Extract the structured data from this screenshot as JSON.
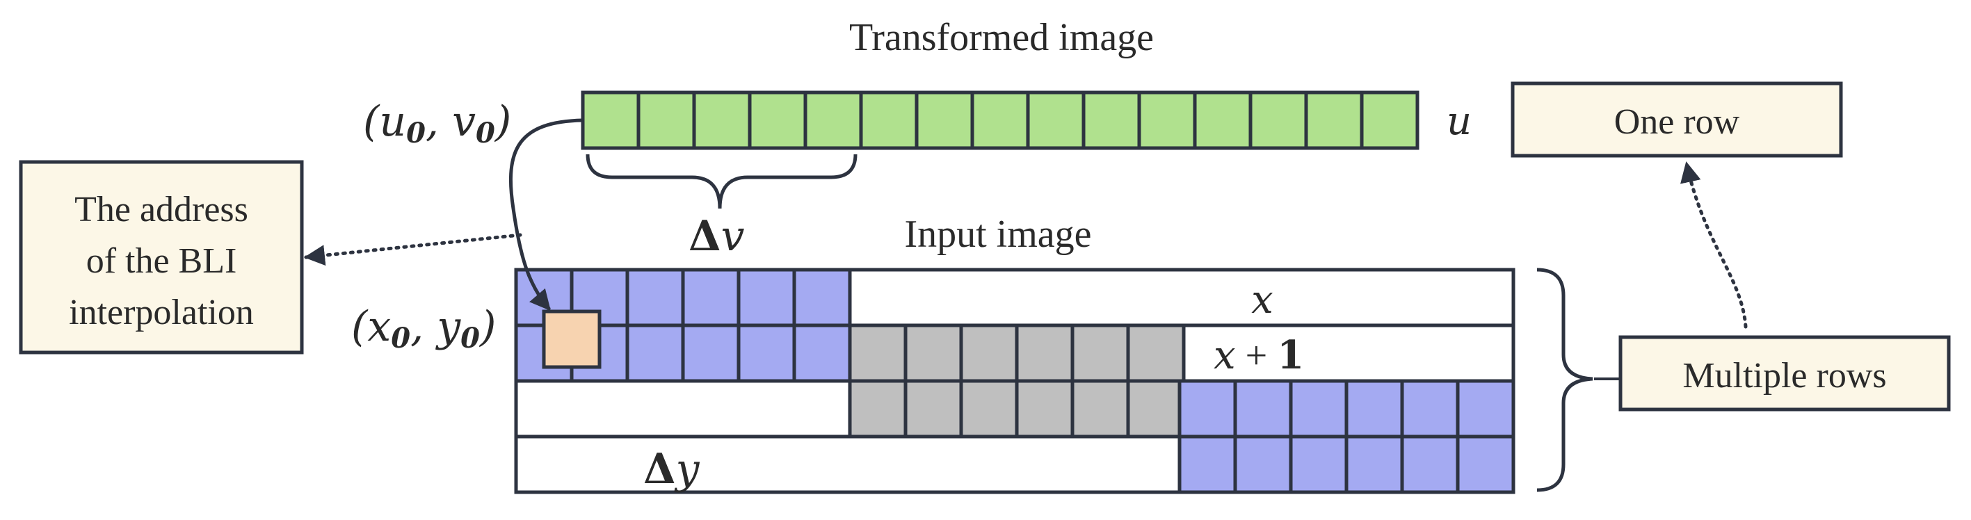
{
  "labels": {
    "transformed_title": "Transformed image",
    "input_title": "Input image",
    "u_axis": "u",
    "delta_v": "v",
    "delta_y": "y",
    "delta_symbol": "Δ",
    "x_row": "x",
    "x_plus_one": "x + 1",
    "uv_origin": "(u0, v0)",
    "xy_origin": "(x0, y0)"
  },
  "boxes": {
    "bli_address": [
      "The address",
      "of the BLI",
      "interpolation"
    ],
    "one_row": "One row",
    "multiple_rows": "Multiple rows"
  },
  "colors": {
    "green_cell": "#b0e18e",
    "blue_cell": "#a4aaf2",
    "gray_cell": "#bfbfbf",
    "peach_cell": "#f7d3b0",
    "note_box": "#fcf7e7",
    "stroke": "#2d3340"
  }
}
